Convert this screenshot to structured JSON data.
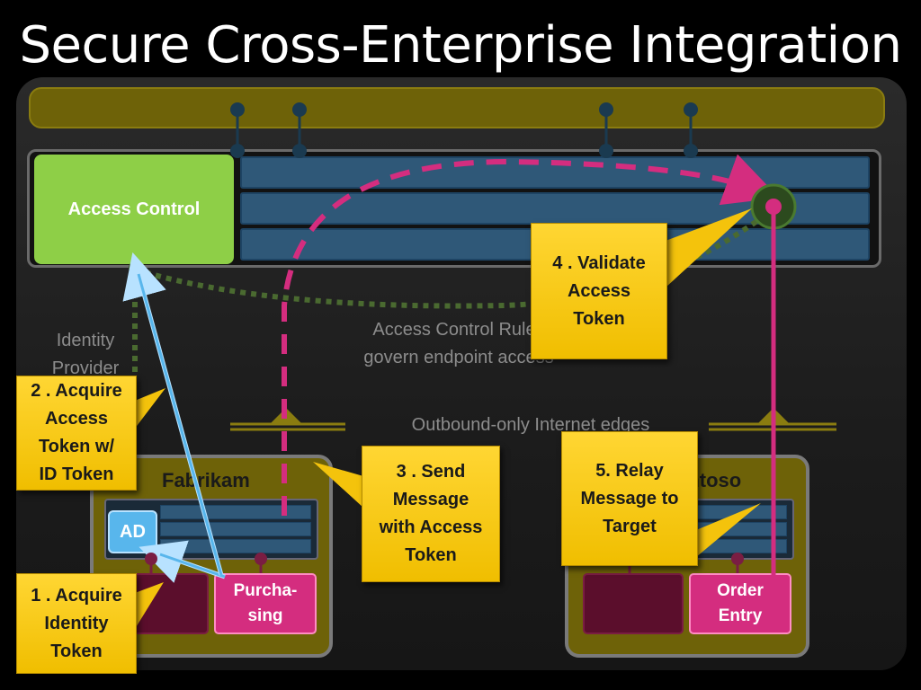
{
  "slide": {
    "title": "Secure Cross-Enterprise Integration"
  },
  "access_control": {
    "label": "Access Control"
  },
  "labels": {
    "identity_provider_line1": "Identity",
    "identity_provider_line2": "Provider",
    "rules_line1": "Access Control Rules",
    "rules_line2": "govern endpoint access",
    "edges": "Outbound-only  Internet edges"
  },
  "fabrikam": {
    "title": "Fabrikam",
    "ad_label": "AD",
    "app_label_line1": "Purcha-",
    "app_label_line2": "sing"
  },
  "contoso": {
    "title": "Contoso",
    "app_label_line1": "Order",
    "app_label_line2": "Entry"
  },
  "callouts": {
    "step1": [
      "1 . Acquire",
      "Identity",
      "Token"
    ],
    "step2": [
      "2 . Acquire",
      "Access",
      "Token w/",
      "ID Token"
    ],
    "step3": [
      "3 . Send",
      "Message",
      "with Access",
      "Token"
    ],
    "step4": [
      "4 . Validate",
      "Access",
      "Token"
    ],
    "step5": [
      "5. Relay",
      "Message to",
      "Target"
    ]
  },
  "colors": {
    "bus": "#6e6208",
    "access_control": "#8ecf47",
    "callout": "#f4c30c",
    "message_path": "#d42d7f",
    "token_path": "#58b6ec",
    "rule_path": "#4a6a30"
  }
}
